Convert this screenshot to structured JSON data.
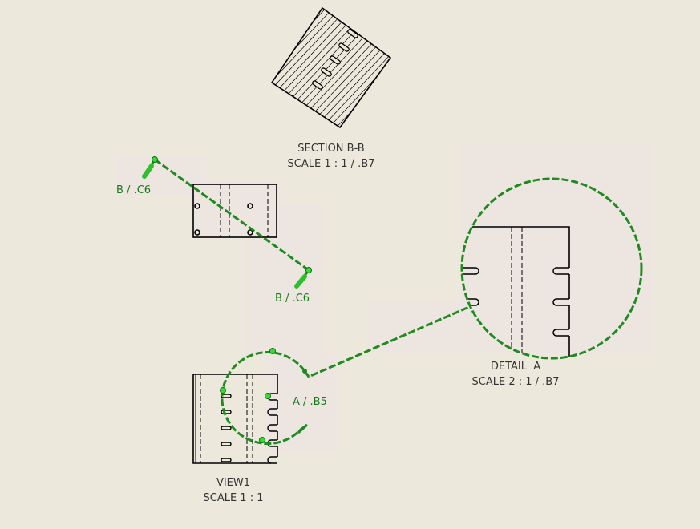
{
  "section_view": {
    "title": "SECTION B-B",
    "scale": "SCALE 1 : 1 / .B7"
  },
  "section_markers": {
    "start_label": "B / .C6",
    "end_label": "B / .C6"
  },
  "detail_marker": {
    "label": "A / .B5"
  },
  "detail_view": {
    "title": "DETAIL  A",
    "scale": "SCALE 2 : 1 / .B7"
  },
  "base_view": {
    "title": "VIEW1",
    "scale": "SCALE 1 : 1"
  },
  "colors": {
    "background": "#ece9dc",
    "annotation": "#1f8a1f",
    "highlight": "#ede5e0"
  }
}
